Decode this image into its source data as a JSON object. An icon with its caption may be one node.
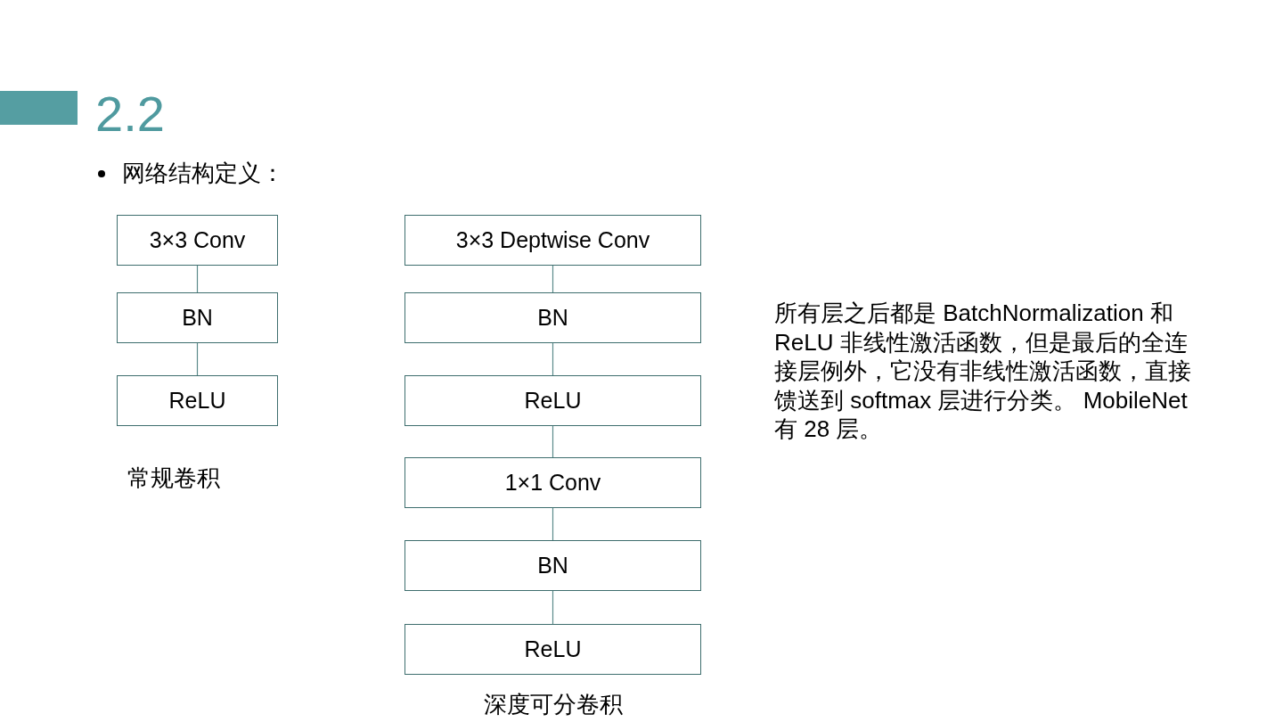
{
  "diagram": {
    "title": "2.2",
    "nodes": [
      {
        "text": [
          "3×3 Conv"
        ]
      },
      {
        "text": [
          "BN"
        ]
      },
      {
        "text": [
          "ReLU"
        ]
      },
      {
        "text": [
          "3×3 Deptwise Conv"
        ]
      },
      {
        "text": [
          "BN"
        ]
      },
      {
        "text": [
          "ReLU"
        ]
      },
      {
        "text": [
          "1×1 Conv"
        ]
      },
      {
        "text": [
          "BN"
        ]
      },
      {
        "text": [
          "ReLU"
        ]
      }
    ],
    "edges": [
      {
        "from": 0,
        "to": 1,
        "arrow": "none"
      },
      {
        "from": 1,
        "to": 2,
        "arrow": "none"
      },
      {
        "from": 3,
        "to": 4,
        "arrow": "none"
      },
      {
        "from": 4,
        "to": 5,
        "arrow": "none"
      },
      {
        "from": 5,
        "to": 6,
        "arrow": "none"
      },
      {
        "from": 6,
        "to": 7,
        "arrow": "none"
      },
      {
        "from": 7,
        "to": 8,
        "arrow": "none"
      }
    ],
    "labels": [
      "网络结构定义：",
      "所有层之后都是 BatchNormalization 和 ReLU 非线性激活函数，但是最后的全连接层例外，它没有非线性激活函数，直接馈送到 softmax 层进行分类。 MobileNet 有 28 层。",
      "常规卷积",
      "深度可分卷积"
    ]
  }
}
